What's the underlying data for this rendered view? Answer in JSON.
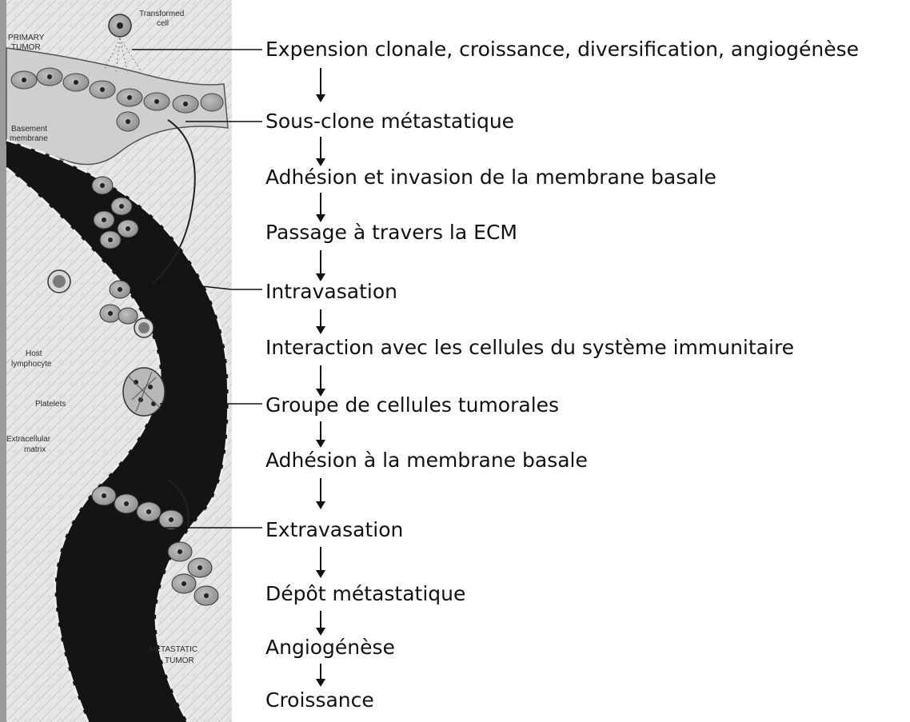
{
  "illustration": {
    "labels": {
      "transformed_cell": [
        "Transformed",
        "cell"
      ],
      "primary_tumor": [
        "PRIMARY",
        "TUMOR"
      ],
      "basement_membrane": [
        "Basement",
        "membrane"
      ],
      "host_lymphocyte": [
        "Host",
        "lymphocyte"
      ],
      "platelets": "Platelets",
      "extracellular_matrix": [
        "Extracellular",
        "matrix"
      ],
      "metastatic_tumor": [
        "METASTATIC",
        "TUMOR"
      ]
    }
  },
  "steps": [
    {
      "label": "Expension clonale, croissance, diversification, angiogénèse"
    },
    {
      "label": "Sous-clone métastatique"
    },
    {
      "label": "Adhésion et invasion de la membrane basale"
    },
    {
      "label": "Passage à travers la ECM"
    },
    {
      "label": "Intravasation"
    },
    {
      "label": "Interaction avec les cellules du système immunitaire"
    },
    {
      "label": "Groupe de cellules tumorales"
    },
    {
      "label": "Adhésion à la membrane basale"
    },
    {
      "label": "Extravasation"
    },
    {
      "label": "Dépôt métastatique"
    },
    {
      "label": "Angiogénèse"
    },
    {
      "label": "Croissance"
    }
  ]
}
